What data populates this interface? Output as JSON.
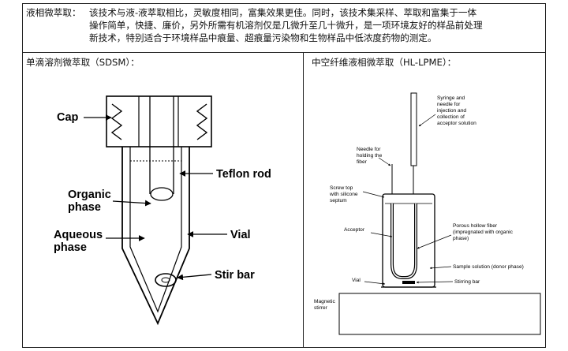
{
  "intro": {
    "label": "液相微萃取：",
    "lines": [
      "该技术与液-液萃取相比，灵敏度相同，富集效果更佳。同时，该技术集采样、萃取和富集于一体",
      "操作简单，快捷、廉价，另外所需有机溶剂仅是几微升至几十微升，是一项环境友好的样品前处理",
      "新技术，特别适合于环境样品中痕量、超痕量污染物和生物样品中低浓度药物的测定。"
    ]
  },
  "left_panel": {
    "title": "单滴溶剂微萃取（SDSM）：",
    "labels": {
      "cap": "Cap",
      "teflon": "Teflon rod",
      "organic_1": "Organic",
      "organic_2": "phase",
      "vial": "Vial",
      "aqueous_1": "Aqueous",
      "aqueous_2": "phase",
      "stir": "Stir bar"
    }
  },
  "right_panel": {
    "title": "中空纤维液相微萃取（HL-LPME）：",
    "labels": {
      "syringe": [
        "Syringe and",
        "needle for",
        "injection and",
        "collection of",
        "acceptor solution"
      ],
      "needle": [
        "Needle for",
        "holding the",
        "fiber"
      ],
      "screw": [
        "Screw top",
        "with silicone",
        "septum"
      ],
      "acceptor": "Acceptor",
      "porous": [
        "Porous hollow fiber",
        "(impregnated with organic",
        "phase)"
      ],
      "sample": "Sample solution (donor phase)",
      "vial": "Vial",
      "stirring": "Stirring bar",
      "magnetic": [
        "Magnetic",
        "stirrer"
      ]
    }
  }
}
